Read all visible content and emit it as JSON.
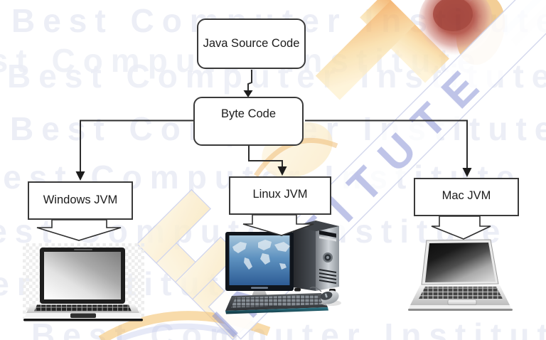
{
  "diagram": {
    "nodes": {
      "source": {
        "label": "Java Source Code"
      },
      "bytecode": {
        "label": "Byte Code"
      },
      "windows": {
        "label": "Windows JVM"
      },
      "linux": {
        "label": "Linux JVM"
      },
      "mac": {
        "label": "Mac JVM"
      }
    },
    "images": {
      "windows": {
        "icon": "windows-laptop-image"
      },
      "linux": {
        "icon": "linux-desktop-pc-image"
      },
      "mac": {
        "icon": "mac-laptop-image"
      }
    },
    "colors": {
      "box_border": "#3a3a3a",
      "box_fill": "#ffffff",
      "connector": "#2d2d2d",
      "text": "#1b1b1b",
      "monitor_screen_blue": "#5e92c0"
    }
  },
  "watermark": {
    "row_text": "Best Computer Institute",
    "diagonal_text": "INSTITUTE",
    "colors": {
      "row_text": "#eceef6",
      "diagonal_text": "#7a84ce",
      "logo_cream": "#fdf3da",
      "logo_orange": "#f1a04b",
      "logo_red": "#8e261d",
      "logo_outline": "#c7cdeb"
    }
  }
}
